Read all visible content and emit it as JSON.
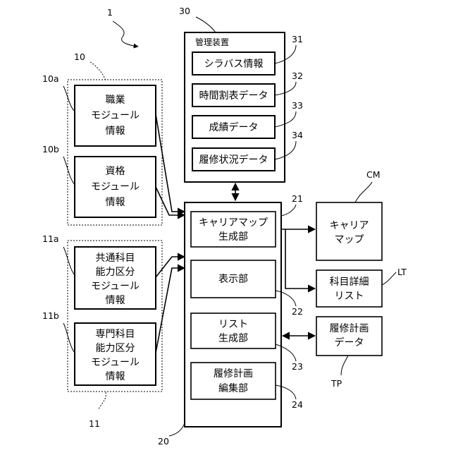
{
  "refs": {
    "system": "1",
    "group10": "10",
    "m10a": "10a",
    "m10b": "10b",
    "group11": "11",
    "m11a": "11a",
    "m11b": "11b",
    "mgmt": "30",
    "b31": "31",
    "b32": "32",
    "b33": "33",
    "b34": "34",
    "main": "20",
    "b21": "21",
    "b22": "22",
    "b23": "23",
    "b24": "24",
    "cm": "CM",
    "lt": "LT",
    "tp": "TP"
  },
  "modules": {
    "m10a": [
      "職業",
      "モジュール",
      "情報"
    ],
    "m10b": [
      "資格",
      "モジュール",
      "情報"
    ],
    "m11a": [
      "共通科目",
      "能力区分",
      "モジュール",
      "情報"
    ],
    "m11b": [
      "専門科目",
      "能力区分",
      "モジュール",
      "情報"
    ]
  },
  "management": {
    "title": "管理装置",
    "items": [
      "シラバス情報",
      "時間割表データ",
      "成績データ",
      "履修状況データ"
    ]
  },
  "main_units": {
    "u21": [
      "キャリアマップ",
      "生成部"
    ],
    "u22": [
      "表示部"
    ],
    "u23": [
      "リスト",
      "生成部"
    ],
    "u24": [
      "履修計画",
      "編集部"
    ]
  },
  "outputs": {
    "cm": [
      "キャリア",
      "マップ"
    ],
    "lt": [
      "科目詳細",
      "リスト"
    ],
    "tp": [
      "履修計画",
      "データ"
    ]
  }
}
